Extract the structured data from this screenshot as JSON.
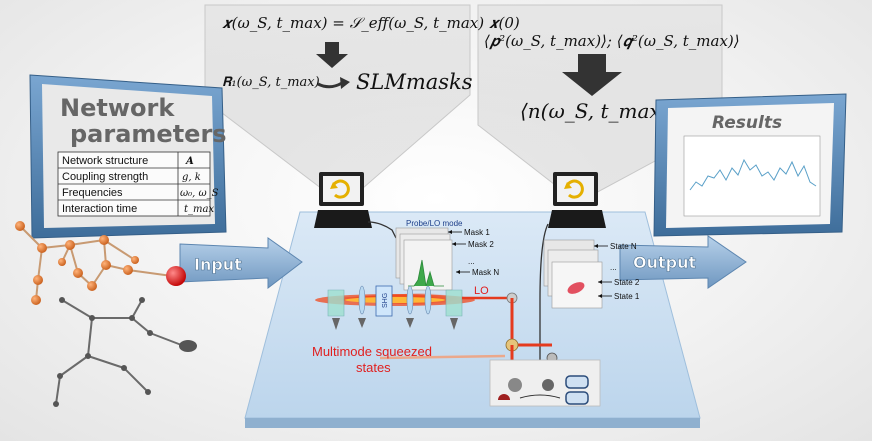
{
  "equations": {
    "top_left_line1": "𝒙(ω_S, t_max) = 𝒮_eff(ω_S, t_max) 𝒙(0)",
    "top_left_line2_lhs": "𝐑₁(ω_S, t_max)",
    "top_left_line2_rhs": "SLMmasks",
    "top_right_line1": "⟨𝒑²(ω_S, t_max)⟩; ⟨𝒒²(ω_S, t_max)⟩",
    "top_right_line2": "⟨n(ω_S, t_max)⟩"
  },
  "left_panel": {
    "title_line1": "Network",
    "title_line2": "parameters",
    "rows": [
      {
        "label": "Network structure",
        "symbol": "A"
      },
      {
        "label": "Coupling strength",
        "symbol": "g, k"
      },
      {
        "label": "Frequencies",
        "symbol": "ω₀, ω_S"
      },
      {
        "label": "Interaction time",
        "symbol": "t_max"
      }
    ]
  },
  "right_panel": {
    "title": "Results"
  },
  "arrows": {
    "input": "Input",
    "output": "Output"
  },
  "setup": {
    "probe_label": "Probe/LO mode",
    "masks": [
      "Mask 1",
      "Mask 2",
      "...",
      "Mask N"
    ],
    "states": [
      "State N",
      "...",
      "State 2",
      "State 1"
    ],
    "lo_label": "LO",
    "shg_label": "SHG",
    "squeezed_line1": "Multimode squeezed",
    "squeezed_line2": "states"
  },
  "colors": {
    "panel_border": "#5b87b3",
    "arrow_fill": "#8fb2d6",
    "table_bg": "#f5f5f5",
    "platform": "#cfe2f3",
    "laser_red": "#e53a1e",
    "node_orange": "#e07b33",
    "node_red": "#e00000",
    "node_dark": "#555555"
  }
}
